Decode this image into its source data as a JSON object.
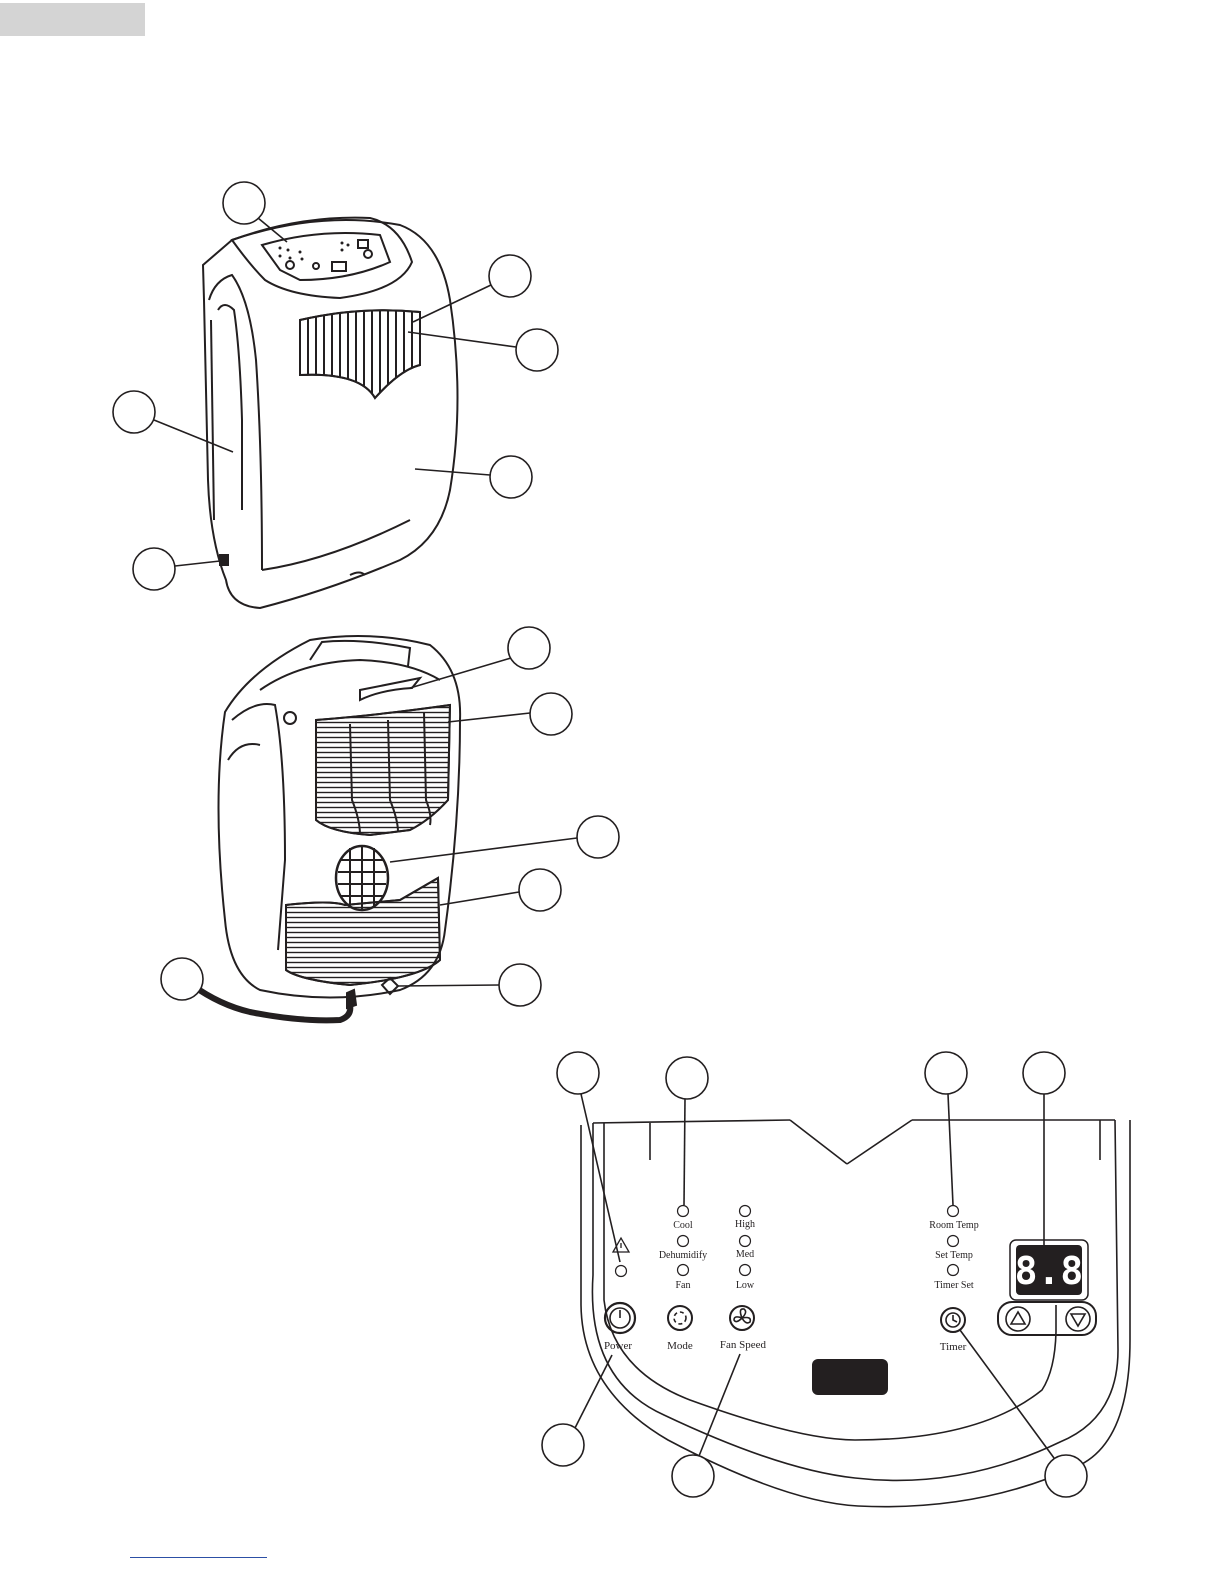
{
  "control_panel": {
    "indicators": {
      "warning_symbol": "⚠",
      "mode": [
        "Cool",
        "Dehumidify",
        "Fan"
      ],
      "fan_speed": [
        "High",
        "Med",
        "Low"
      ],
      "temperature": [
        "Room Temp",
        "Set Temp",
        "Timer Set"
      ]
    },
    "buttons": {
      "power": "Power",
      "mode": "Mode",
      "fan_speed": "Fan Speed",
      "timer": "Timer"
    },
    "display": "8.8"
  }
}
